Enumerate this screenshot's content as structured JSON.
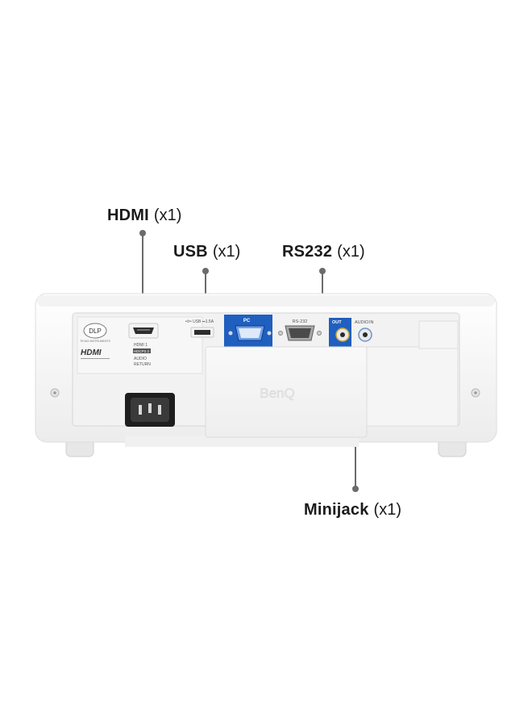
{
  "callouts": {
    "hdmi": {
      "port": "HDMI",
      "count": "(x1)"
    },
    "usb": {
      "port": "USB",
      "count": "(x1)"
    },
    "rs232": {
      "port": "RS232",
      "count": "(x1)"
    },
    "minijack": {
      "port": "Minijack",
      "count": "(x1)"
    }
  },
  "panel_labels": {
    "dlp": "DLP",
    "dlp_sub": "TEXAS INSTRUMENTS",
    "hdmi_logo": "HDMI",
    "hdmi_port_1": "HDMI 1",
    "hdmi_port_2": "HDCP2.2",
    "hdmi_port_3": "AUDIO",
    "hdmi_port_4": "RETURN",
    "usb_label": "•⟳• USB ⎓1.5A",
    "pc": "PC",
    "rs232": "RS-232",
    "out": "OUT",
    "audio": "AUDIO",
    "in": "IN",
    "brand": "BenQ"
  },
  "colors": {
    "callout_text": "#1a1a1a",
    "leader": "#6b6b6b",
    "port_blue": "#1f5fbf",
    "body_white": "#f7f7f7"
  }
}
